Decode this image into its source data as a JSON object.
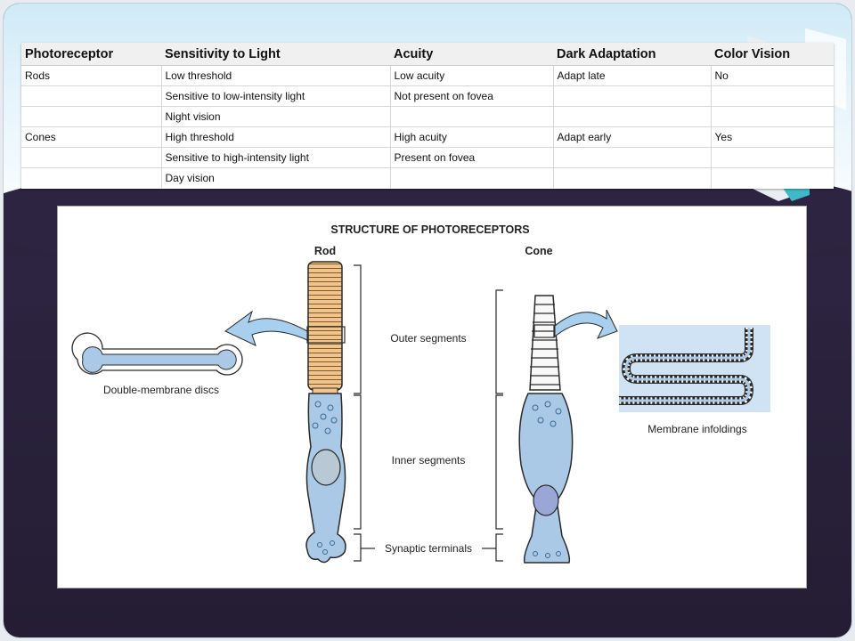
{
  "table": {
    "headers": [
      "Photoreceptor",
      "Sensitivity to Light",
      "Acuity",
      "Dark Adaptation",
      "Color Vision"
    ],
    "rows": [
      [
        "Rods",
        "Low threshold",
        "Low acuity",
        "Adapt late",
        "No"
      ],
      [
        "",
        "Sensitive to low-intensity light",
        "Not present on fovea",
        "",
        ""
      ],
      [
        "",
        "Night vision",
        "",
        "",
        ""
      ],
      [
        "Cones",
        "High threshold",
        "High acuity",
        "Adapt early",
        "Yes"
      ],
      [
        "",
        "Sensitive to high-intensity light",
        "Present on fovea",
        "",
        ""
      ],
      [
        "",
        "Day vision",
        "",
        "",
        ""
      ]
    ]
  },
  "figure": {
    "title": "STRUCTURE OF PHOTORECEPTORS",
    "rod_label": "Rod",
    "cone_label": "Cone",
    "labels": {
      "outer": "Outer segments",
      "inner": "Inner segments",
      "synaptic": "Synaptic terminals",
      "discs": "Double-membrane discs",
      "infoldings": "Membrane infoldings"
    }
  },
  "colors": {
    "slide_dark": "#2c2440",
    "rod_outer": "#f2c48a",
    "cell_body": "#a9c9e6",
    "cell_outline": "#2a2a2a",
    "arrow_fill": "#a8cfee",
    "infold_bg": "#cfe3f5",
    "gem_teal": "#3fb8c8"
  }
}
